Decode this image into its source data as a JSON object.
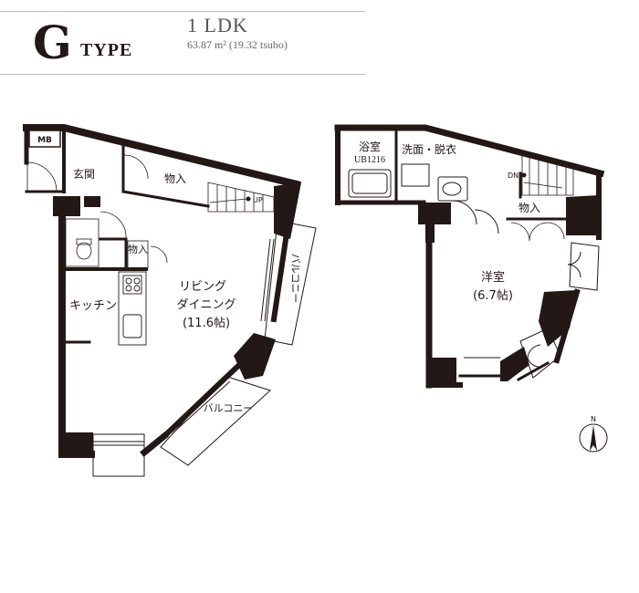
{
  "header": {
    "type_letter": "G",
    "type_word": "TYPE",
    "layout_name": "1 LDK",
    "area_text": "63.87 m² (19.32 tsubo)"
  },
  "floor1": {
    "mb": "MB",
    "entrance": "玄関",
    "storage_upper": "物入",
    "up": "UP",
    "storage_small": "物入",
    "kitchen": "キッチン",
    "living_line1": "リビング",
    "living_line2": "ダイニング",
    "living_area": "(11.6帖)",
    "balcony_right": "バルコニー",
    "balcony_lower": "バルコニー"
  },
  "floor2": {
    "bath": "浴室",
    "bath_unit": "UB1216",
    "washroom": "洗面・脱衣",
    "dn": "DN",
    "storage": "物入",
    "bedroom": "洋室",
    "bedroom_area": "(6.7帖)"
  },
  "compass": {
    "north": "N"
  },
  "colors": {
    "wall": "#231815",
    "rule": "#bdbdbd"
  }
}
